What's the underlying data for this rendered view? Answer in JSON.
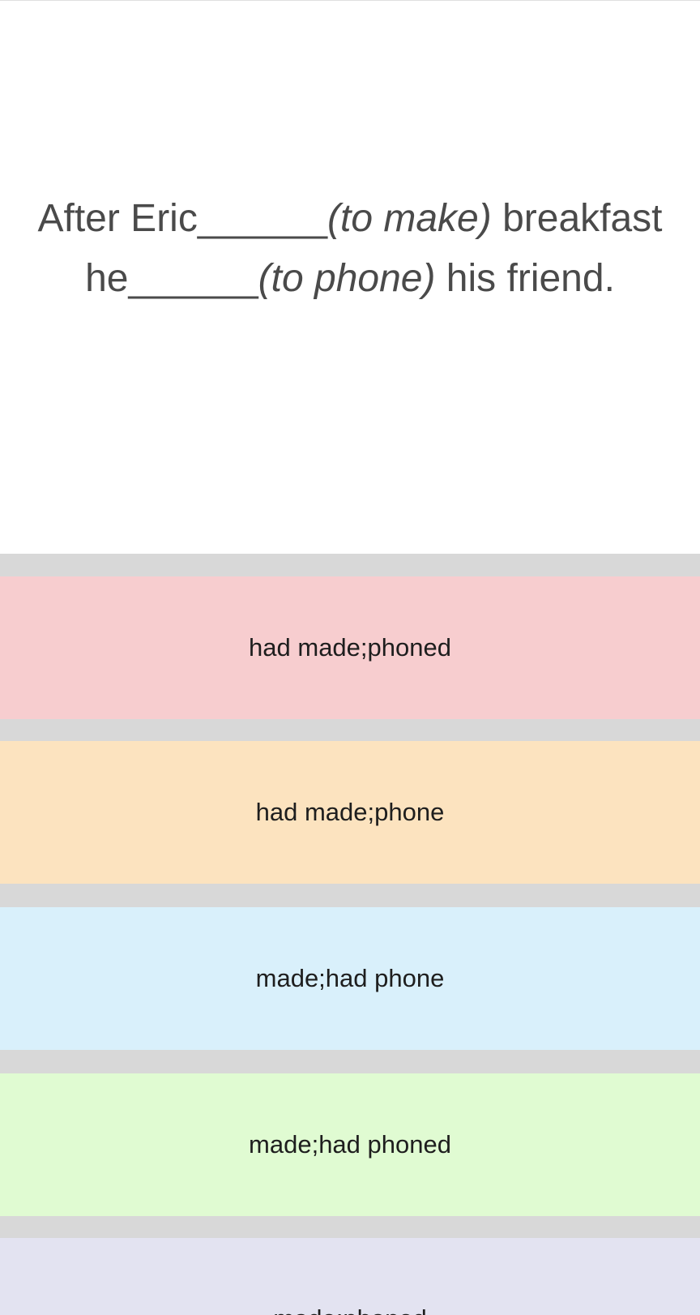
{
  "question": {
    "part1": "After Eric",
    "blank1": "______",
    "hint1": "(to make)",
    "part2": " breakfast he",
    "blank2": "______",
    "hint2": "(to phone)",
    "part3": " his friend."
  },
  "answers": [
    {
      "label": "had made;phoned",
      "color": "#f7cdcf"
    },
    {
      "label": "had made;phone",
      "color": "#fce3bf"
    },
    {
      "label": "made;had phone",
      "color": "#d9f0fb"
    },
    {
      "label": "made;had phoned",
      "color": "#e0fbd2"
    },
    {
      "label": "made;phoned",
      "color": "#e3e3f1"
    }
  ],
  "colors": {
    "separator": "#d8d8d8",
    "question_background": "#ffffff",
    "question_text": "#4a4a4a",
    "answer_text": "#1e1e1e"
  }
}
